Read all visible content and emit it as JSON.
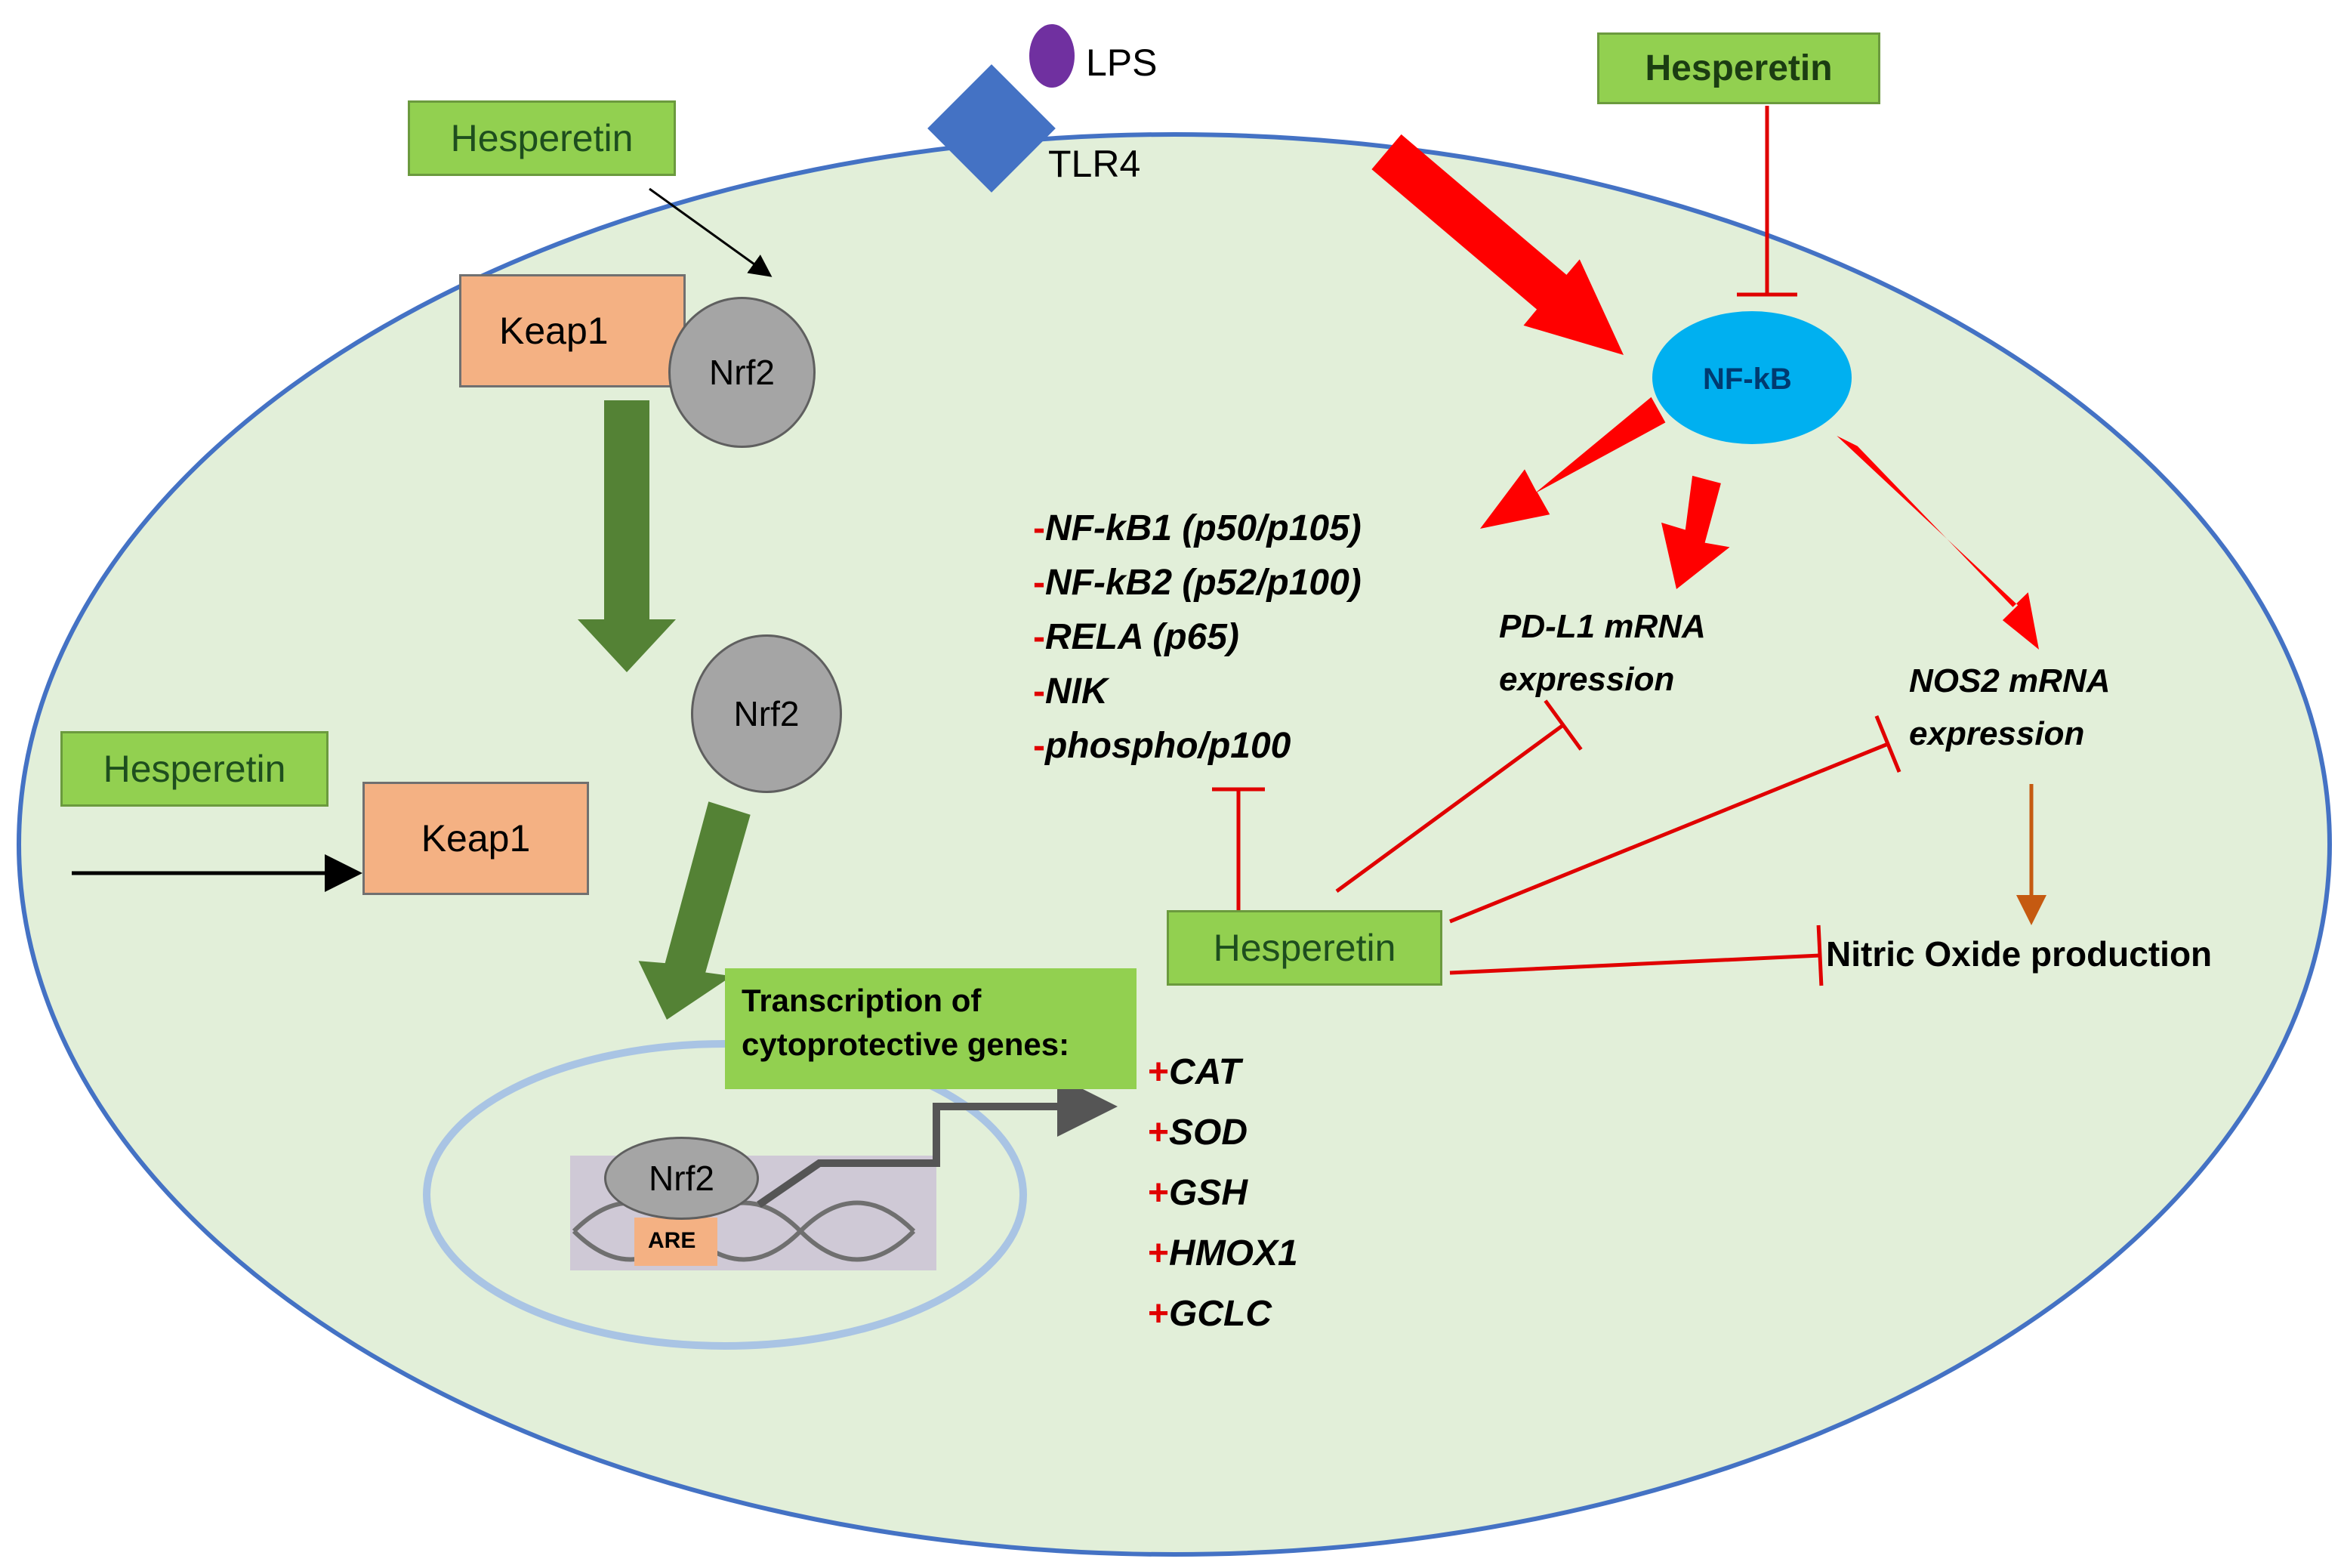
{
  "labels": {
    "lps": "LPS",
    "tlr4": "TLR4",
    "hesperetin": "Hesperetin",
    "keap1": "Keap1",
    "nrf2": "Nrf2",
    "nfkb": "NF-kB",
    "are": "ARE",
    "transcription_line1": "Transcription of",
    "transcription_line2": "cytoprotective genes:",
    "pdl1_line1": "PD-L1 mRNA",
    "pdl1_line2": "expression",
    "nos2_line1": "NOS2 mRNA",
    "nos2_line2": "expression",
    "nitric_oxide": "Nitric Oxide production"
  },
  "nfkb_targets": [
    {
      "mark": "-",
      "name": "NF-kB1 (p50/p105)"
    },
    {
      "mark": "-",
      "name": "NF-kB2 (p52/p100)"
    },
    {
      "mark": "-",
      "name": "RELA (p65)"
    },
    {
      "mark": "-",
      "name": "NIK"
    },
    {
      "mark": "-",
      "name": "phospho/p100"
    }
  ],
  "cytoprotective_genes": [
    {
      "mark": "+",
      "name": "CAT"
    },
    {
      "mark": "+",
      "name": "SOD"
    },
    {
      "mark": "+",
      "name": "GSH"
    },
    {
      "mark": "+",
      "name": "HMOX1"
    },
    {
      "mark": "+",
      "name": "GCLC"
    }
  ],
  "colors": {
    "cell_fill": "#e2efd9",
    "cell_border": "#4472c4",
    "hesperetin_box": "#92d050",
    "keap1_box": "#f4b183",
    "nrf2_circle": "#a5a5a5",
    "nfkb_ellipse": "#00b0f0",
    "tlr4": "#4472c4",
    "lps": "#7030a0",
    "activation_arrow": "#ff0000",
    "inhibition_line": "#e00000",
    "nrf2_arrow": "#548235",
    "no_arrow": "#c55a11"
  }
}
